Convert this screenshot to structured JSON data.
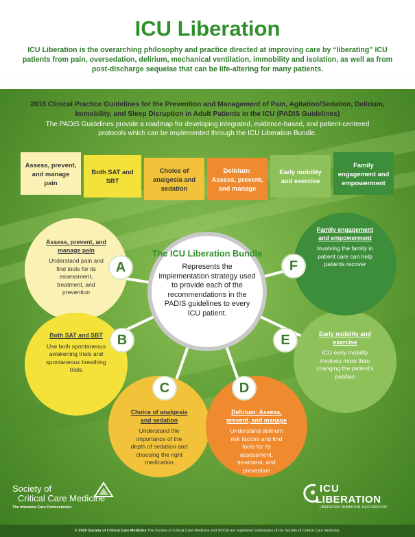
{
  "title": "ICU Liberation",
  "intro": "ICU Liberation is the overarching philosophy and practice directed at improving care by “liberating” ICU patients from pain, oversedation, delirium, mechanical ventilation, immobility and isolation, as well as from post-discharge sequelae that can be life-altering for many patients.",
  "guidelines": {
    "title": "2018 Clinical Practice Guidelines for the Prevention and Management of Pain, Agitation/Sedation, Delirium, Immobility, and Sleep Disruption in Adult Patients in the ICU (PADIS Guidelines)",
    "subtitle": "The PADIS Guidelines provide a roadmap for developing integrated, evidence-based, and patient-centered protocols which can be implemented through the ICU Liberation Bundle."
  },
  "banners": [
    {
      "label": "Assess, prevent, and manage pain",
      "color": "#fbf1b4",
      "text_color": "#333333"
    },
    {
      "label": "Both SAT and SBT",
      "color": "#f4e23a",
      "text_color": "#333333"
    },
    {
      "label": "Choice of analgesia and sedation",
      "color": "#f2c33a",
      "text_color": "#333333"
    },
    {
      "label": "Delirium: Assess, prevent, and manage",
      "color": "#ef8a2e",
      "text_color": "#ffffff"
    },
    {
      "label": "Early mobility and exercise",
      "color": "#8fc15a",
      "text_color": "#ffffff"
    },
    {
      "label": "Family engagement and empowerment",
      "color": "#3d8e3b",
      "text_color": "#ffffff"
    }
  ],
  "center": {
    "title": "The ICU Liberation Bundle",
    "body": "Represents the implementation strategy used to provide each of the recommendations in the PADIS guidelines to every ICU patient."
  },
  "elements": [
    {
      "letter": "A",
      "title": "Assess, prevent, and manage pain",
      "body": "Understand pain and find tools for its assessment, treatment, and prevention",
      "color": "#fbf1b4"
    },
    {
      "letter": "B",
      "title": "Both SAT and SBT",
      "body": "Use both spontaneous awakening trials and spontaneous breathing trials",
      "color": "#f4e23a"
    },
    {
      "letter": "C",
      "title": "Choice of analgesia and sedation",
      "body": "Understand the importance of the depth of sedation and choosing the right medication",
      "color": "#f2c33a"
    },
    {
      "letter": "D",
      "title": "Delirium: Assess, prevent, and manage",
      "body": "Understand delirium risk factors and find tools for its assessment, treatment, and prevention",
      "color": "#ef8a2e"
    },
    {
      "letter": "E",
      "title": "Early mobility and exercise",
      "body": "ICU early mobility involves more than changing the patient’s position",
      "color": "#8fc15a"
    },
    {
      "letter": "F",
      "title": "Family engagement and empowerment",
      "body": "Involving the family in patient care can help patients recover",
      "color": "#3d8e3b"
    }
  ],
  "logos": {
    "sccm_line1": "Society of",
    "sccm_line2": "Critical Care Medicine",
    "sccm_tagline": "The Intensive Care Professionals",
    "icu_top": "ICU",
    "icu_main": "LIBERATION",
    "icu_tagline": "LIBERATION. ANIMATION. RESTORATION"
  },
  "footer": {
    "copyright": "© 2020 Society of Critical Care Medicine",
    "trademark": "The Society of Critical Care Medicine and SCCM are registered trademarks of the Society of Critical Care Medicine."
  }
}
